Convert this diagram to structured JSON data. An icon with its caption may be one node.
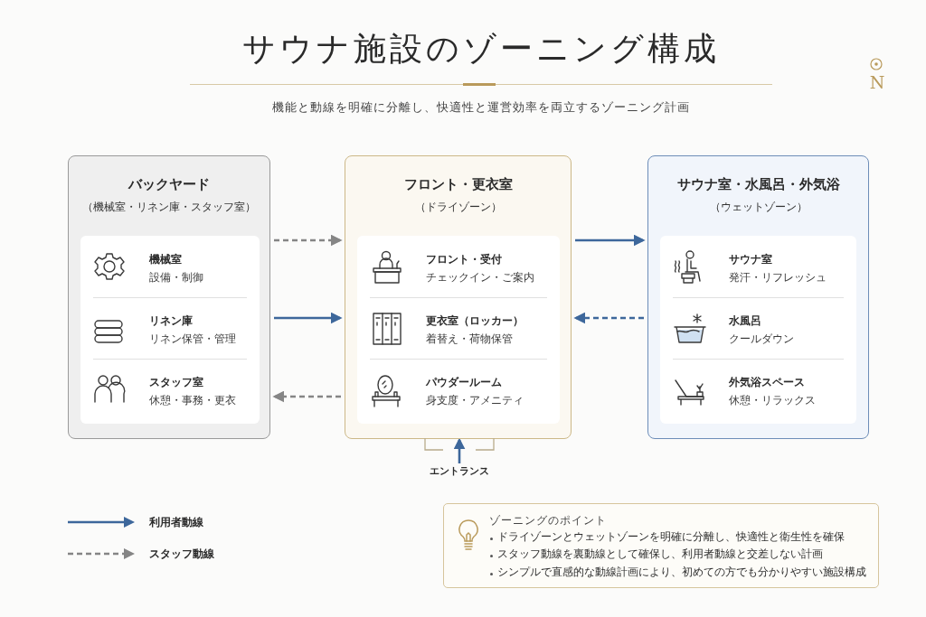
{
  "diagram": {
    "title": "サウナ施設のゾーニング構成",
    "nodes": [
      {
        "text": [
          "バックヤード",
          "（機械室・リネン庫・スタッフ室）"
        ]
      },
      {
        "text": [
          "機械室",
          "設備・制御"
        ],
        "in": 0
      },
      {
        "text": [
          "リネン庫",
          "リネン保管・管理"
        ],
        "in": 0
      },
      {
        "text": [
          "スタッフ室",
          "休憩・事務・更衣"
        ],
        "in": 0
      },
      {
        "text": [
          "フロント・更衣室",
          "（ドライゾーン）"
        ]
      },
      {
        "text": [
          "フロント・受付",
          "チェックイン・ご案内"
        ],
        "in": 4
      },
      {
        "text": [
          "更衣室（ロッカー）",
          "着替え・荷物保管"
        ],
        "in": 4
      },
      {
        "text": [
          "パウダールーム",
          "身支度・アメニティ"
        ],
        "in": 4
      },
      {
        "text": [
          "サウナ室・水風呂・外気浴",
          "（ウェットゾーン）"
        ]
      },
      {
        "text": [
          "サウナ室",
          "発汗・リフレッシュ"
        ],
        "in": 8
      },
      {
        "text": [
          "水風呂",
          "クールダウン"
        ],
        "in": 8
      },
      {
        "text": [
          "外気浴スペース",
          "休憩・リラックス"
        ],
        "in": 8
      },
      {
        "text": [
          "エントランス"
        ]
      },
      {
        "text": [
          "ゾーニングのポイント",
          "ドライゾーンとウェットゾーンを明確に分離し、快適性と衛生性を確保",
          "スタッフ動線を裏動線として確保し、利用者動線と交差しない計画",
          "シンプルで直感的な動線計画により、初めての方でも分かりやすい施設構成"
        ]
      }
    ],
    "edges": [
      {
        "from": 0,
        "to": 4,
        "arrow": "to",
        "style": "dashed",
        "color": "#858585"
      },
      {
        "from": 0,
        "to": 4,
        "arrow": "to"
      },
      {
        "from": 4,
        "to": 0,
        "arrow": "to",
        "style": "dashed",
        "color": "#858585"
      },
      {
        "from": 4,
        "to": 8,
        "arrow": "to"
      },
      {
        "from": 8,
        "to": 4,
        "arrow": "to",
        "style": "dashed"
      },
      {
        "from": 12,
        "to": 4,
        "arrow": "to"
      }
    ],
    "labels": [
      "機能と動線を明確に分離し、快適性と運営効率を両立するゾーニング計画",
      "N"
    ],
    "legend": [
      {
        "text": "利用者動線"
      },
      {
        "text": "スタッフ動線"
      }
    ]
  }
}
